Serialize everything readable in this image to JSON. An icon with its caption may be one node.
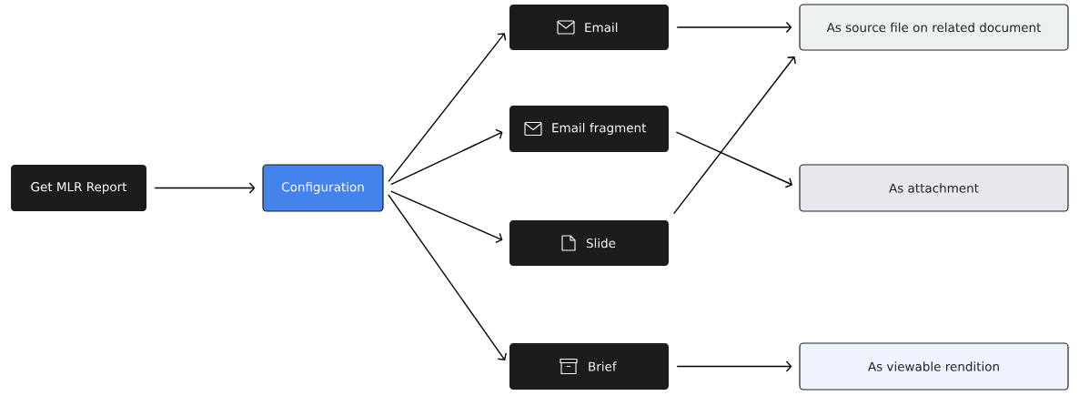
{
  "diagram": {
    "nodes": [
      {
        "text": [
          "Get MLR Report"
        ]
      },
      {
        "text": [
          "Configuration"
        ]
      },
      {
        "text": [
          "Email"
        ]
      },
      {
        "text": [
          "Email fragment"
        ]
      },
      {
        "text": [
          "Slide"
        ]
      },
      {
        "text": [
          "Brief"
        ]
      },
      {
        "text": [
          "As source file on related document"
        ]
      },
      {
        "text": [
          "As attachment"
        ]
      },
      {
        "text": [
          "As viewable rendition"
        ]
      }
    ],
    "edges": [
      {
        "from": 0,
        "to": 1,
        "arrow": "to"
      },
      {
        "from": 1,
        "to": 2,
        "arrow": "to"
      },
      {
        "from": 1,
        "to": 3,
        "arrow": "to"
      },
      {
        "from": 1,
        "to": 4,
        "arrow": "to"
      },
      {
        "from": 1,
        "to": 5,
        "arrow": "to"
      },
      {
        "from": 2,
        "to": 6,
        "arrow": "to"
      },
      {
        "from": 3,
        "to": 7,
        "arrow": "to"
      },
      {
        "from": 4,
        "to": 6,
        "arrow": "to"
      },
      {
        "from": 5,
        "to": 8,
        "arrow": "to"
      }
    ]
  }
}
